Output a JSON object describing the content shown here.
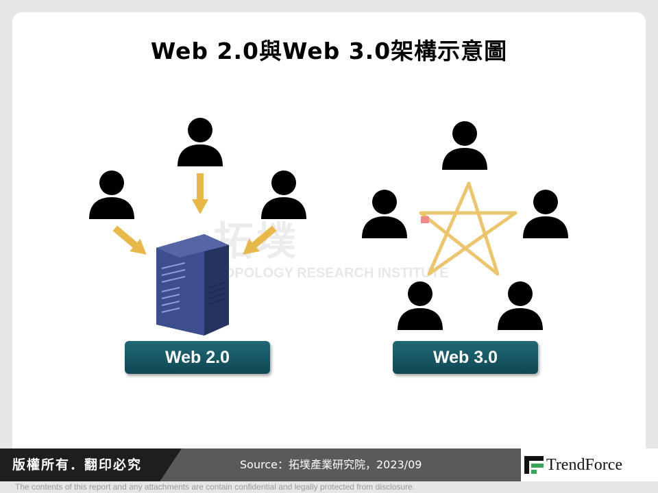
{
  "title": "Web 2.0與Web 3.0架構示意圖",
  "labels": {
    "web2": "Web 2.0",
    "web3": "Web 3.0"
  },
  "watermark": {
    "chinese": "拓墣",
    "english": "TOPOLOGY RESEARCH INSTITUTE"
  },
  "footer": {
    "copyright": "版權所有．翻印必究",
    "source": "Source：拓墣產業研究院，2023/09",
    "logo": "TrendForce",
    "disclaimer": "The contents of this report and any attachments are contain confidential and legally protected from disclosure."
  },
  "colors": {
    "arrow": "#e8b84a",
    "star": "#ecc66e",
    "server": "#3b4a86",
    "label_bg": "#15535e",
    "person": "#000000"
  },
  "icons": [
    "person-icon",
    "server-icon",
    "arrow-icon",
    "star-icon",
    "trendforce-logo-icon"
  ]
}
